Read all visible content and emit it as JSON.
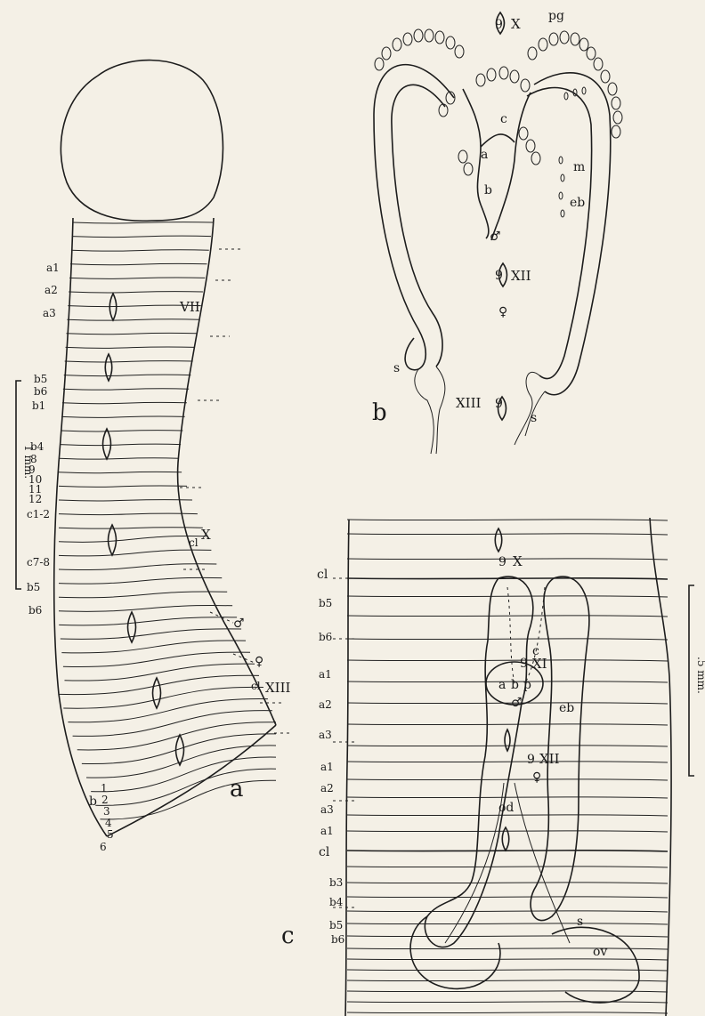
{
  "figure_letters": {
    "a": "a",
    "b": "b",
    "c": "c"
  },
  "fig_a": {
    "segment_labels_left": [
      "a1",
      "a2",
      "a3",
      "b5",
      "b6",
      "b1",
      "b4",
      "8",
      "9",
      "10",
      "11",
      "12",
      "c1-2",
      "c7-8",
      "b5",
      "b6"
    ],
    "bottom_labels": [
      "b",
      "1",
      "2",
      "3",
      "4",
      "5",
      "6"
    ],
    "roman_labels": [
      "VII",
      "X",
      "XIII"
    ],
    "marker_labels": {
      "cl_1": "cl",
      "cl_2": "cl",
      "male": "♂",
      "female": "♀"
    },
    "scale_label": "1 mm."
  },
  "fig_b": {
    "labels": [
      "pg",
      "9",
      "X",
      "c",
      "a",
      "m",
      "b",
      "eb",
      "♂",
      "9",
      "XII",
      "♀",
      "s",
      "XIII",
      "9",
      "s"
    ]
  },
  "fig_c": {
    "left_labels": [
      "cl",
      "b5",
      "b6",
      "a1",
      "a2",
      "a3",
      "a1",
      "a2",
      "a3",
      "a1",
      "cl",
      "b3",
      "b4",
      "b5",
      "b6"
    ],
    "inner_labels": [
      "9",
      "X",
      "c",
      "9",
      "XI",
      "a",
      "b",
      "p",
      "eb",
      "♂",
      "9",
      "XII",
      "♀",
      "od",
      "s",
      "ov"
    ],
    "scale_label": ".5 mm."
  }
}
